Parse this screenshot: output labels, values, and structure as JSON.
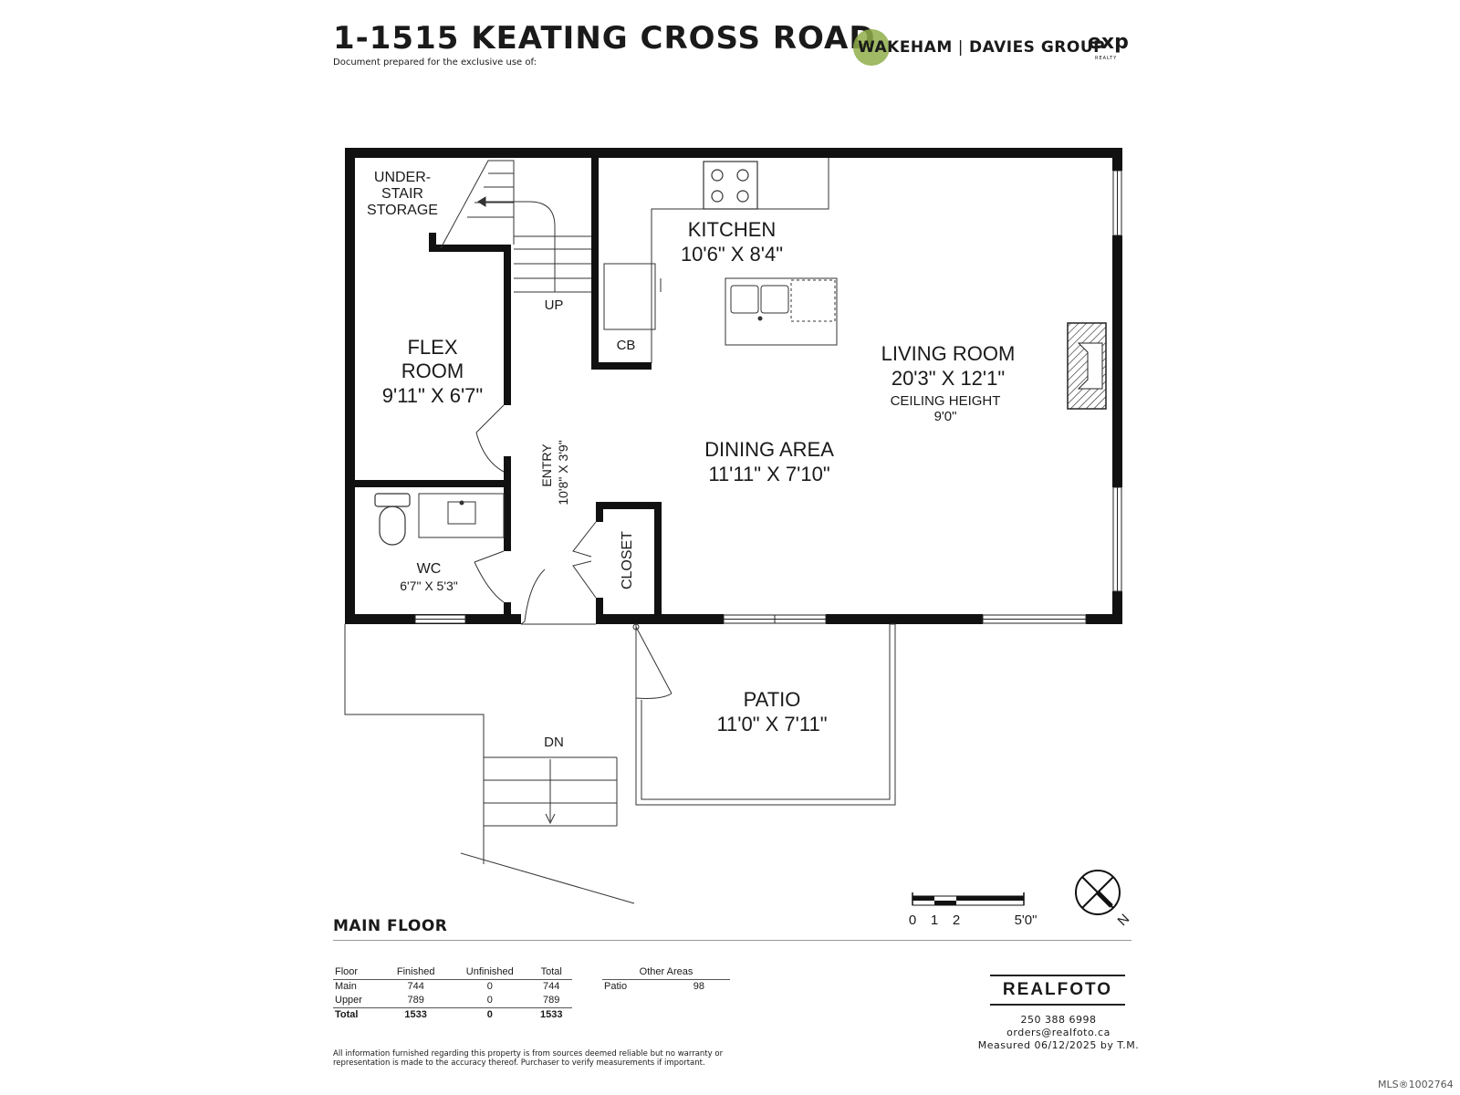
{
  "header": {
    "title": "1-1515 KEATING CROSS ROAD",
    "subtitle": "Document prepared for the exclusive use of:",
    "brand_left": "WAKEHAM",
    "brand_separator": "|",
    "brand_right": "DAVIES GROUP",
    "exp_logo": "exp",
    "exp_sub": "REALTY",
    "brand_color": "#8fae4a"
  },
  "rooms": {
    "understair": [
      "UNDER-",
      "STAIR",
      "STORAGE"
    ],
    "stairs_up": "UP",
    "kitchen": {
      "name": "KITCHEN",
      "dims": "10'6\" X 8'4\""
    },
    "cb": "CB",
    "flex": {
      "name_1": "FLEX",
      "name_2": "ROOM",
      "dims": "9'11\" X 6'7\""
    },
    "living": {
      "name": "LIVING ROOM",
      "dims": "20'3\" X 12'1\"",
      "ceiling_label": "CEILING HEIGHT",
      "ceiling_value": "9'0\""
    },
    "dining": {
      "name": "DINING AREA",
      "dims": "11'11\" X 7'10\""
    },
    "entry": {
      "name": "ENTRY",
      "dims": "10'8\" X 3'9\""
    },
    "closet": "CLOSET",
    "wc": {
      "name": "WC",
      "dims": "6'7\" X 5'3\""
    },
    "patio": {
      "name": "PATIO",
      "dims": "11'0\" X 7'11\""
    },
    "stairs_down": "DN"
  },
  "scale": {
    "labels": [
      "0",
      "1",
      "2",
      "5'0\""
    ]
  },
  "compass": {
    "label": "N",
    "icon": "compass-north-icon"
  },
  "floor_label": "MAIN FLOOR",
  "area_table": {
    "headers": [
      "Floor",
      "Finished",
      "Unfinished",
      "Total"
    ],
    "rows": [
      [
        "Main",
        "744",
        "0",
        "744"
      ],
      [
        "Upper",
        "789",
        "0",
        "789"
      ]
    ],
    "total": [
      "Total",
      "1533",
      "0",
      "1533"
    ]
  },
  "other_areas": {
    "header": "Other Areas",
    "rows": [
      [
        "Patio",
        "98"
      ]
    ]
  },
  "disclaimer": "All information furnished regarding this property is from sources deemed reliable but no warranty or representation is made to the accuracy thereof. Purchaser to verify measurements if important.",
  "realfoto": {
    "logo": "REALFOTO",
    "phone": "250 388 6998",
    "email": "orders@realfoto.ca",
    "measured": "Measured 06/12/2025 by T.M."
  },
  "mls": "MLS®1002764"
}
